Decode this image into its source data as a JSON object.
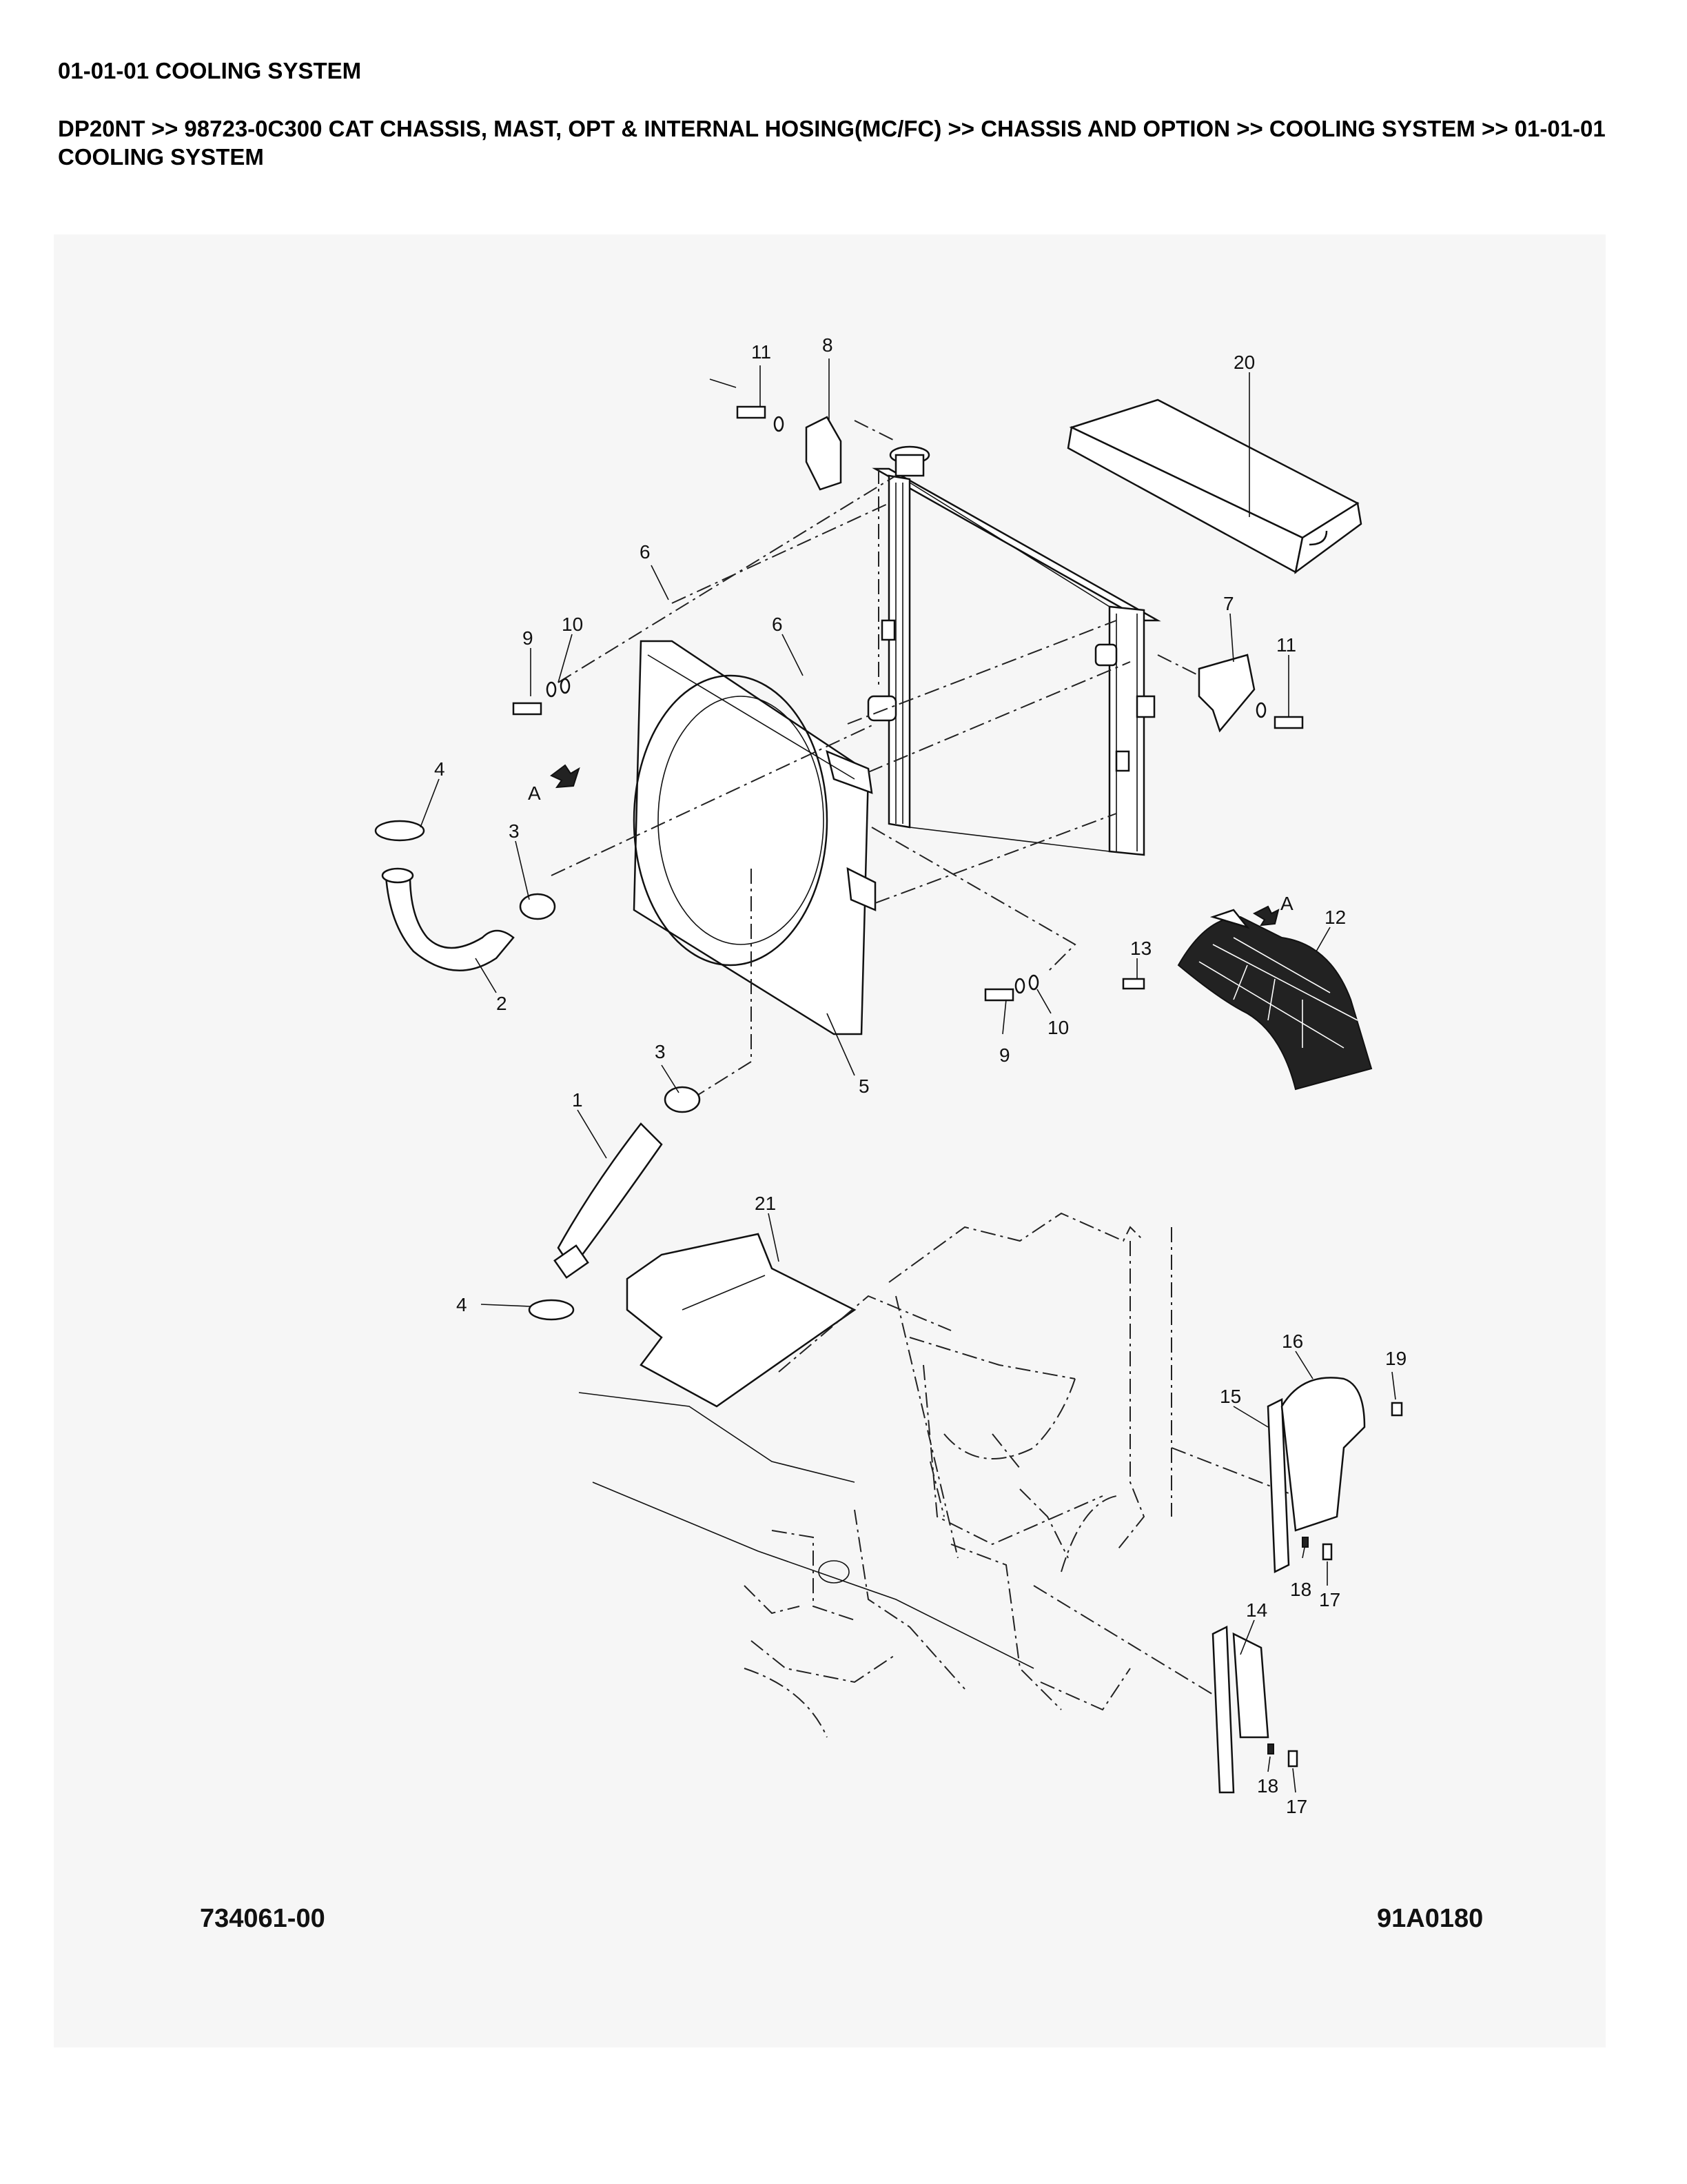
{
  "header": {
    "title": "01-01-01 COOLING SYSTEM",
    "breadcrumb": "DP20NT >> 98723-0C300 CAT CHASSIS, MAST, OPT & INTERNAL HOSING(MC/FC) >> CHASSIS AND OPTION >> COOLING SYSTEM >> 01-01-01 COOLING SYSTEM"
  },
  "diagram": {
    "drawing_number": "734061-00",
    "part_code": "91A0180",
    "view_marker": "A",
    "callouts": {
      "c1": "1",
      "c2": "2",
      "c3a": "3",
      "c3b": "3",
      "c4a": "4",
      "c4b": "4",
      "c5": "5",
      "c6a": "6",
      "c6b": "6",
      "c7": "7",
      "c8": "8",
      "c9a": "9",
      "c9b": "9",
      "c10a": "10",
      "c10b": "10",
      "c11a": "11",
      "c11b": "11",
      "c12": "12",
      "c13": "13",
      "c14": "14",
      "c15": "15",
      "c16": "16",
      "c17a": "17",
      "c17b": "17",
      "c18a": "18",
      "c18b": "18",
      "c19": "19",
      "c20": "20",
      "c21": "21"
    }
  }
}
